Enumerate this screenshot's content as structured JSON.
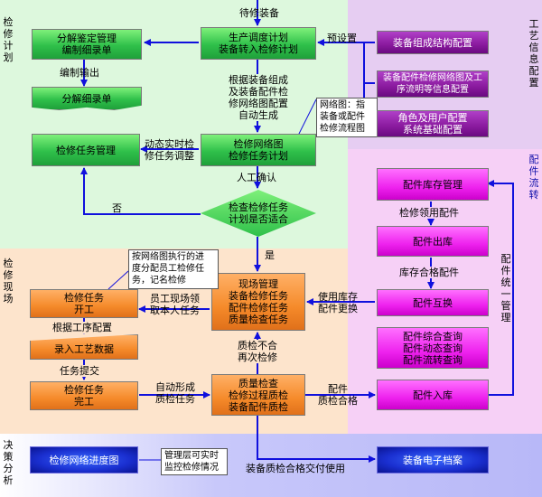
{
  "zones": {
    "maintenance_plan": "检修计划",
    "process_info": "工艺信息配置",
    "parts_flow": "配件流转",
    "maintenance_site": "检修现场",
    "decision": "决策分析"
  },
  "top_input": "待修装备",
  "boxes": {
    "decompose": "分解鉴定管理\n编制细录单",
    "production_plan": "生产调度计划\n装备转入检修计划",
    "decompose_list": "分解细录单",
    "task_mgmt": "检修任务管理",
    "network_plan": "检修网络图\n检修任务计划",
    "decision_check": "检查检修任务\n计划是否适合",
    "equip_struct": "装备组成结构配置",
    "parts_network": "装备配件检修网络图及工\n序流明等信息配置",
    "role_config": "角色及用户配置\n系统基础配置",
    "inventory": "配件库存管理",
    "outbound": "配件出库",
    "swap": "配件互换",
    "queries": "配件综合查询\n配件动态查询\n配件流转查询",
    "inbound": "配件入库",
    "site_mgmt": "现场管理\n装备检修任务\n配件检修任务\n质量检查任务",
    "start": "检修任务\n开工",
    "entry": "录入工艺数据",
    "finish": "检修任务\n完工",
    "quality": "质量检查\n检修过程质检\n装备配件质检",
    "progress": "检修网络进度图",
    "archive": "装备电子档案"
  },
  "labels": {
    "preset": "预设置",
    "compile_out": "编制输出",
    "gen": "根据装备组成\n及装备配件检\n修网络图配置\n自动生成",
    "dynamic": "动态实时检\n修任务调整",
    "confirm": "人工确认",
    "no": "否",
    "yes": "是",
    "pick": "检修领用配件",
    "storage": "库存合格配件",
    "unified": "配件统一管理",
    "worker": "员工现场领\n取本人任务",
    "process_cfg": "根据工序配置",
    "submit": "任务提交",
    "auto_quality": "自动形成\n质检任务",
    "use_stock": "使用库存\n配件更换",
    "fail_recheck": "质检不合\n再次检修",
    "parts_pass": "配件\n质检合格",
    "equip_pass": "装备质检合格交付使用"
  },
  "notes": {
    "network_note": "网络图：指\n装备或配件\n检修流程图",
    "execute_note": "按网络图执行的进\n度分配员工检修任\n务，记名检修",
    "manage_note": "管理层可实时\n监控检修情况"
  },
  "colors": {
    "green_zone": "#ddf8dd",
    "purple_zone": "#e6cdf2",
    "orange_zone": "#fde4cc",
    "pink_zone": "#f6d0f6",
    "blue_zone": "#c8c8fa",
    "arrow": "#1010dd"
  }
}
